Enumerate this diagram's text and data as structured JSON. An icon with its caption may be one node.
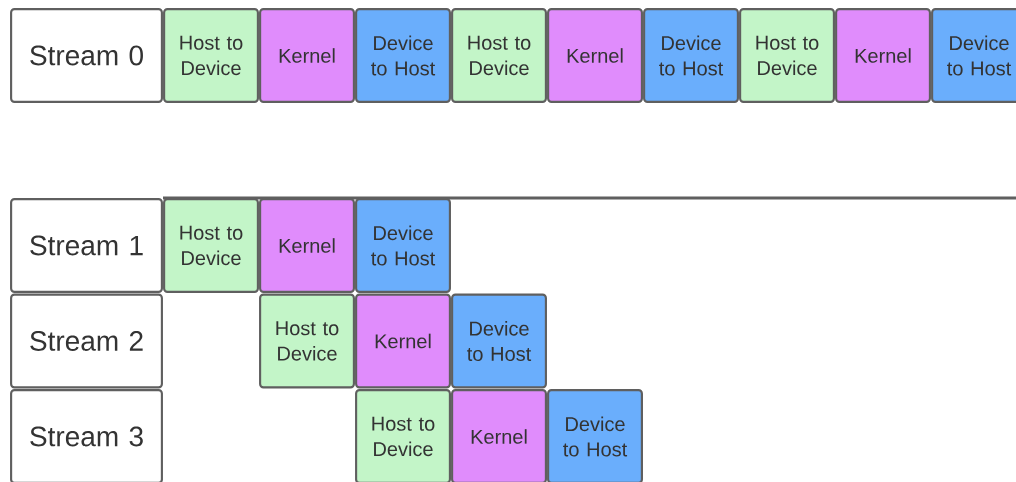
{
  "diagram": {
    "nodes": [
      {
        "text": [
          "Stream 0"
        ]
      },
      {
        "text": [
          "Host to Device"
        ]
      },
      {
        "text": [
          "Kernel"
        ]
      },
      {
        "text": [
          "Device to Host"
        ]
      },
      {
        "text": [
          "Host to Device"
        ]
      },
      {
        "text": [
          "Kernel"
        ]
      },
      {
        "text": [
          "Device to Host"
        ]
      },
      {
        "text": [
          "Host to Device"
        ]
      },
      {
        "text": [
          "Kernel"
        ]
      },
      {
        "text": [
          "Device to Host"
        ]
      },
      {
        "text": [
          "Stream 1"
        ]
      },
      {
        "text": [
          "Host to Device"
        ]
      },
      {
        "text": [
          "Kernel"
        ]
      },
      {
        "text": [
          "Device to Host"
        ]
      },
      {
        "text": [
          "Stream 2"
        ]
      },
      {
        "text": [
          "Host to Device"
        ]
      },
      {
        "text": [
          "Kernel"
        ]
      },
      {
        "text": [
          "Device to Host"
        ]
      },
      {
        "text": [
          "Stream 3"
        ]
      },
      {
        "text": [
          "Host to Device"
        ]
      },
      {
        "text": [
          "Kernel"
        ]
      },
      {
        "text": [
          "Device to Host"
        ]
      }
    ],
    "edges": []
  }
}
